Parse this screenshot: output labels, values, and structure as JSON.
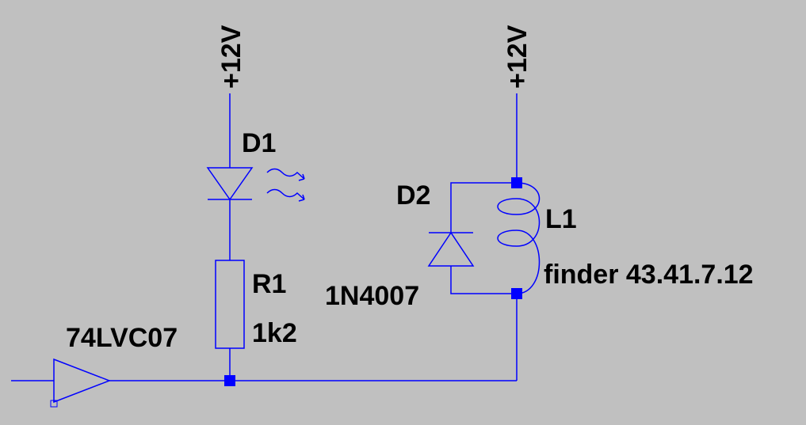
{
  "supplies": {
    "left": "+12V",
    "right": "+12V"
  },
  "led": {
    "ref": "D1"
  },
  "resistor": {
    "ref": "R1",
    "value": "1k2"
  },
  "diode": {
    "ref": "D2",
    "value": "1N4007"
  },
  "coil": {
    "ref": "L1",
    "value": "finder 43.41.7.12"
  },
  "buffer": {
    "value": "74LVC07"
  },
  "colors": {
    "background": "#c0c0c0",
    "wire": "#0000ff",
    "text": "#000000"
  }
}
